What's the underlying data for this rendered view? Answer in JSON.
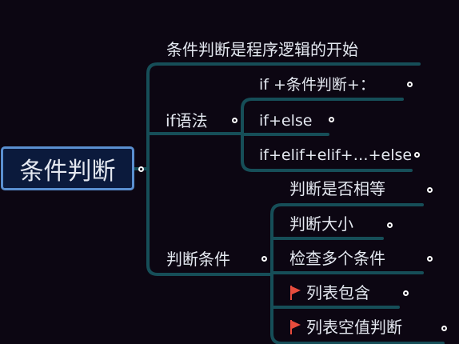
{
  "colors": {
    "background": "#0c0612",
    "connector": "#164e58",
    "root_fill": "#0b1a3c",
    "root_border": "#5a8fd0",
    "text": "#e4e8f0",
    "flag": "#e84c3d"
  },
  "root": {
    "label": "条件判断"
  },
  "branches": [
    {
      "label": "条件判断是程序逻辑的开始"
    },
    {
      "label": "if语法",
      "children": [
        {
          "label": "if +条件判断+："
        },
        {
          "label": "if+else"
        },
        {
          "label": "if+elif+elif+…+else"
        }
      ]
    },
    {
      "label": "判断条件",
      "children": [
        {
          "label": "判断是否相等"
        },
        {
          "label": "判断大小"
        },
        {
          "label": "检查多个条件"
        },
        {
          "label": "列表包含",
          "icon": "flag-icon"
        },
        {
          "label": "列表空值判断",
          "icon": "flag-icon"
        }
      ]
    }
  ]
}
